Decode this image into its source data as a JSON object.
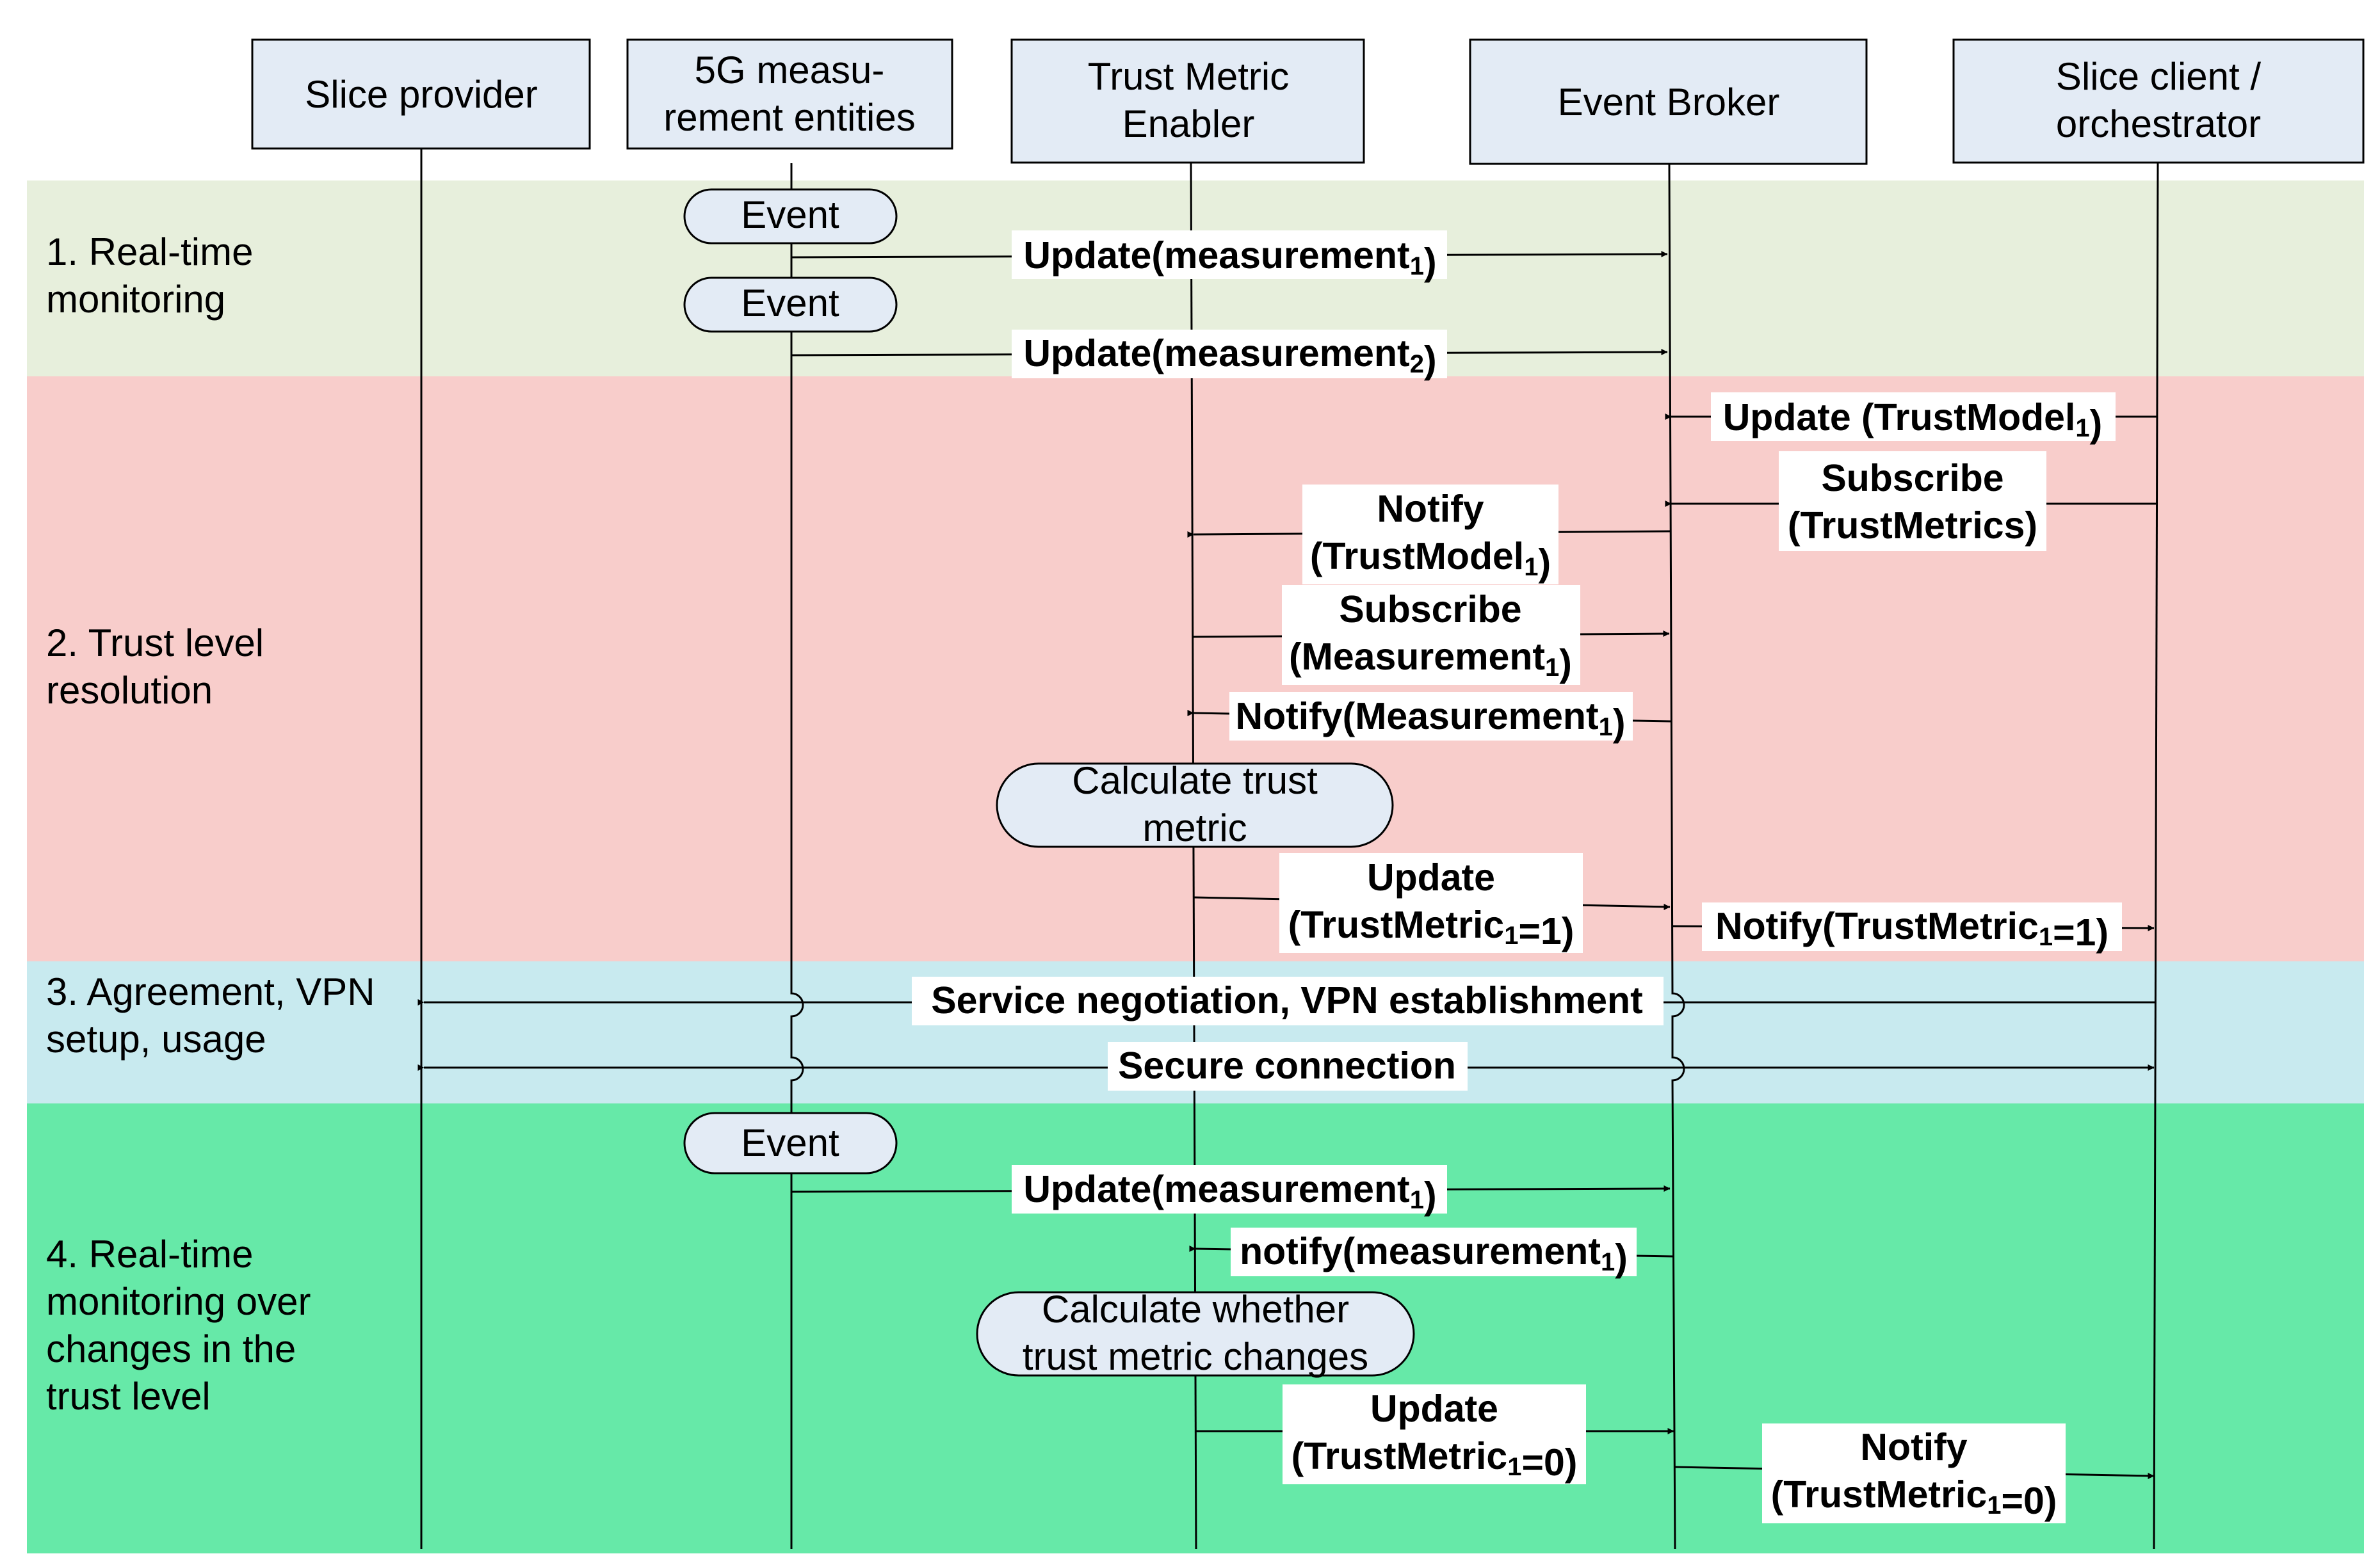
{
  "actors": [
    {
      "id": "slice-provider",
      "lines": [
        "Slice provider"
      ]
    },
    {
      "id": "measurement-entities",
      "lines": [
        "5G measu-",
        "rement entities"
      ]
    },
    {
      "id": "trust-metric-enabler",
      "lines": [
        "Trust Metric",
        "Enabler"
      ]
    },
    {
      "id": "event-broker",
      "lines": [
        "Event Broker"
      ]
    },
    {
      "id": "slice-client",
      "lines": [
        "Slice client /",
        "orchestrator"
      ]
    }
  ],
  "phases": [
    {
      "id": "phase-1",
      "lines": [
        "1. Real-time",
        "monitoring"
      ],
      "color": "#e7efdc"
    },
    {
      "id": "phase-2",
      "lines": [
        "2. Trust level",
        "resolution"
      ],
      "color": "#f8cdcb"
    },
    {
      "id": "phase-3",
      "lines": [
        "3. Agreement, VPN",
        "setup, usage"
      ],
      "color": "#c8eaef"
    },
    {
      "id": "phase-4",
      "lines": [
        "4. Real-time",
        "monitoring over",
        "changes in the",
        "trust level"
      ],
      "color": "#66e9a8"
    }
  ],
  "activities": [
    {
      "id": "event-1",
      "lines": [
        "Event"
      ]
    },
    {
      "id": "event-2",
      "lines": [
        "Event"
      ]
    },
    {
      "id": "calc-trust-metric",
      "lines": [
        "Calculate trust",
        "metric"
      ]
    },
    {
      "id": "event-3",
      "lines": [
        "Event"
      ]
    },
    {
      "id": "calc-trust-change",
      "lines": [
        "Calculate whether",
        "trust metric changes"
      ]
    }
  ],
  "messages": [
    {
      "id": "msg-update-measurement1-a",
      "lines": [
        [
          [
            "Update(measurement",
            ""
          ],
          [
            "1",
            "sub"
          ],
          [
            ")",
            ""
          ]
        ]
      ]
    },
    {
      "id": "msg-update-measurement2",
      "lines": [
        [
          [
            "Update(measurement",
            ""
          ],
          [
            "2",
            "sub"
          ],
          [
            ")",
            ""
          ]
        ]
      ]
    },
    {
      "id": "msg-update-trustmodel1",
      "lines": [
        [
          [
            "Update (TrustModel",
            ""
          ],
          [
            "1",
            "sub"
          ],
          [
            ")",
            ""
          ]
        ]
      ]
    },
    {
      "id": "msg-subscribe-trustmetrics",
      "lines": [
        [
          [
            "Subscribe",
            ""
          ]
        ],
        [
          [
            "(TrustMetrics)",
            ""
          ]
        ]
      ]
    },
    {
      "id": "msg-notify-trustmodel1",
      "lines": [
        [
          [
            "Notify",
            ""
          ]
        ],
        [
          [
            "(TrustModel",
            ""
          ],
          [
            "1",
            "sub"
          ],
          [
            ")",
            ""
          ]
        ]
      ]
    },
    {
      "id": "msg-subscribe-measurement1",
      "lines": [
        [
          [
            "Subscribe",
            ""
          ]
        ],
        [
          [
            "(Measurement",
            ""
          ],
          [
            "1",
            "sub"
          ],
          [
            ")",
            ""
          ]
        ]
      ]
    },
    {
      "id": "msg-notify-measurement1",
      "lines": [
        [
          [
            "Notify(Measurement",
            ""
          ],
          [
            "1",
            "sub"
          ],
          [
            ")",
            ""
          ]
        ]
      ]
    },
    {
      "id": "msg-update-trustmetric1-1",
      "lines": [
        [
          [
            "Update",
            ""
          ]
        ],
        [
          [
            "(TrustMetric",
            ""
          ],
          [
            "1",
            "sub"
          ],
          [
            "=1)",
            ""
          ]
        ]
      ]
    },
    {
      "id": "msg-notify-trustmetric1-1",
      "lines": [
        [
          [
            "Notify(TrustMetric",
            ""
          ],
          [
            "1",
            "sub"
          ],
          [
            "=1)",
            ""
          ]
        ]
      ]
    },
    {
      "id": "msg-service-negotiation",
      "lines": [
        [
          [
            "Service negotiation, VPN establishment",
            ""
          ]
        ]
      ]
    },
    {
      "id": "msg-secure-connection",
      "lines": [
        [
          [
            "Secure connection",
            ""
          ]
        ]
      ]
    },
    {
      "id": "msg-update-measurement1-b",
      "lines": [
        [
          [
            "Update(measurement",
            ""
          ],
          [
            "1",
            "sub"
          ],
          [
            ")",
            ""
          ]
        ]
      ]
    },
    {
      "id": "msg-notify-measurement1-b",
      "lines": [
        [
          [
            "notify(measurement",
            ""
          ],
          [
            "1",
            "sub"
          ],
          [
            ")",
            ""
          ]
        ]
      ]
    },
    {
      "id": "msg-update-trustmetric1-0",
      "lines": [
        [
          [
            "Update",
            ""
          ]
        ],
        [
          [
            "(TrustMetric",
            ""
          ],
          [
            "1",
            "sub"
          ],
          [
            "=0)",
            ""
          ]
        ]
      ]
    },
    {
      "id": "msg-notify-trustmetric1-0",
      "lines": [
        [
          [
            "Notify",
            ""
          ]
        ],
        [
          [
            "(TrustMetric",
            ""
          ],
          [
            "1",
            "sub"
          ],
          [
            "=0)",
            ""
          ]
        ]
      ]
    }
  ],
  "colors": {
    "actor_fill": "#e3ebf5",
    "activity_fill": "#e3ebf5",
    "line": "#000000",
    "label_bg": "#ffffff"
  }
}
